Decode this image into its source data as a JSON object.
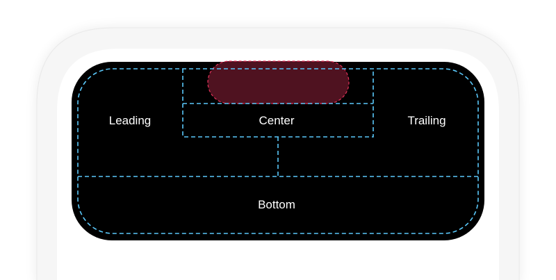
{
  "labels": {
    "leading": "Leading",
    "center": "Center",
    "trailing": "Trailing",
    "bottom": "Bottom"
  },
  "colors": {
    "background": "#ffffff",
    "device_frame": "#f6f6f6",
    "device_screen": "#ffffff",
    "dynamic_island": "#000000",
    "guide_lines": "#5ac8fa",
    "camera_cutout_fill": "#4f1220",
    "camera_cutout_stroke": "#e3325a",
    "label_text": "#ffffff"
  }
}
